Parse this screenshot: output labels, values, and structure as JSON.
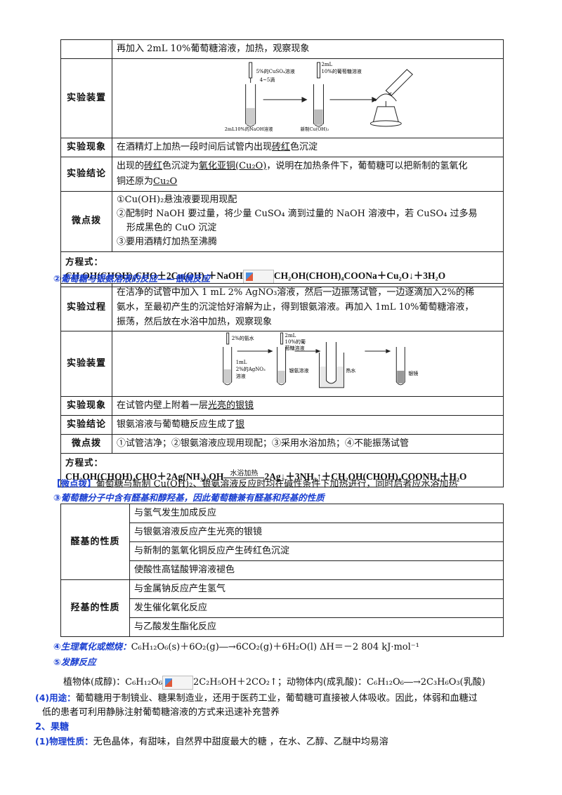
{
  "table1": {
    "row0": "再加入 2mL  10%葡萄糖溶液，加热，观察现象",
    "setup_label": "实验装置",
    "setup_texts": [
      "5%的CuSO₄溶液",
      "4~5滴",
      "2mL",
      "10%的葡萄糖溶液",
      "2mL10%的NaOH溶液",
      "新制Cu(OH)₂"
    ],
    "phenomenon_label": "实验现象",
    "phenomenon_pre": "在酒精灯上加热一段时间后试管内出现",
    "phenomenon_u": "砖红",
    "phenomenon_post": "色沉淀",
    "conclusion_label": "实验结论",
    "conclusion_1": "出现的",
    "conclusion_u1": "砖红",
    "conclusion_2": "色沉淀为",
    "conclusion_u2": "氧化亚铜(Cu₂O)",
    "conclusion_3": "，说明在加热条件下，葡萄糖可以把新制的氢氧化",
    "conclusion_4": "铜还原为",
    "conclusion_u3": "Cu₂O",
    "tips_label": "微点拨",
    "tips": [
      "①Cu(OH)₂悬浊液要现用现配",
      "②配制时 NaOH 要过量，将少量 CuSO₄ 滴到过量的 NaOH 溶液中，若 CuSO₄ 过多易",
      "形成黑色的 CuO 沉淀",
      "③要用酒精灯加热至沸腾"
    ],
    "equation_label": "方程式：",
    "equation_left": "CH₂OH(CHOH)₄CHO＋2Cu(OH)₂＋NaOH",
    "equation_right": "CH₂OH(CHOH)₄COONa＋Cu₂O↓＋3H₂O"
  },
  "heading2": "②葡萄糖与银氨溶液的反应——银镜反应",
  "table2": {
    "process_label": "实验过程",
    "process_lines": [
      "在洁净的试管中加入 1 mL 2%   AgNO₃溶液，然后一边振荡试管，一边逐滴加入2%的稀",
      "氨水，至最初产生的沉淀恰好溶解为止，得到银氨溶液。再加入 1mL  10%葡萄糖溶液，",
      "振荡，然后放在水浴中加热，观察现象"
    ],
    "setup_label": "实验装置",
    "setup_texts": [
      "2%的氨水",
      "2mL",
      "10%的葡",
      "萄糖溶液",
      "1mL",
      "2%的AgNO₃",
      "溶液",
      "银氨溶液",
      "热水",
      "银镜"
    ],
    "phenomenon_label": "实验现象",
    "phenomenon_pre": "在试管内壁上附着一层",
    "phenomenon_u": "光亮的银镜",
    "conclusion_label": "实验结论",
    "conclusion_pre": "银氨溶液与葡萄糖反应生成了",
    "conclusion_u": "银",
    "tips_label": "微点拨",
    "tips": "①试管洁净；②银氨溶液应现用现配；③采用水浴加热；④不能振荡试管",
    "equation_label": "方程式：",
    "equation_left": "CH₂OH(CHOH)₄CHO＋2Ag(NH₃)₂OH",
    "equation_condition": "水浴加热",
    "equation_right": "2Ag↓＋3NH₃↑＋CH₂OH(CHOH)₄COONH₄＋H₂O"
  },
  "tip_line_tag": "【微点拨】",
  "tip_line_text": "葡萄糖与新制 Cu(OH)₂、银氨溶液反应时均在碱性条件下加热进行，同时后者应水浴加热",
  "heading3": "③葡萄糖分子中含有醛基和醇羟基，因此葡萄糖兼有醛基和羟基的性质",
  "table3": {
    "aldehyde_label": "醛基的性质",
    "aldehyde_items": [
      "与氢气发生加成反应",
      "与银氨溶液反应产生光亮的银镜",
      "与新制的氢氧化铜反应产生砖红色沉淀",
      "使酸性高锰酸钾溶液褪色"
    ],
    "hydroxyl_label": "羟基的性质",
    "hydroxyl_items": [
      "与金属钠反应产生氢气",
      "发生催化氧化反应",
      "与乙酸发生酯化反应"
    ]
  },
  "heading4": "④生理氧化或燃烧：",
  "heading4_eq": "C₆H₁₂O₆(s)＋6O₂(g)―→6CO₂(g)＋6H₂O(l)   ΔH＝－2 804  kJ·mol⁻¹",
  "heading5": "⑤发酵反应",
  "ferment_pre": "植物体(成醇)：C₆H₁₂O₆",
  "ferment_post": "2C₂H₅OH＋2CO₂↑；动物体内(成乳酸)：C₆H₁₂O₆―→2C₃H₆O₃(乳酸)",
  "use_tag": "(4)用途：",
  "use_text1": "葡萄糖用于制镜业、糖果制造业，还用于医药工业，葡萄糖可直接被人体吸收。因此，体弱和血糖过",
  "use_text2": "低的患者可利用静脉注射葡萄糖溶液的方式来迅速补充营养",
  "section2": "2、果糖",
  "phys_tag": "(1)物理性质：",
  "phys_text": "无色晶体，有甜味，自然界中甜度最大的糖 ，在水、乙醇、乙醚中均易溶"
}
